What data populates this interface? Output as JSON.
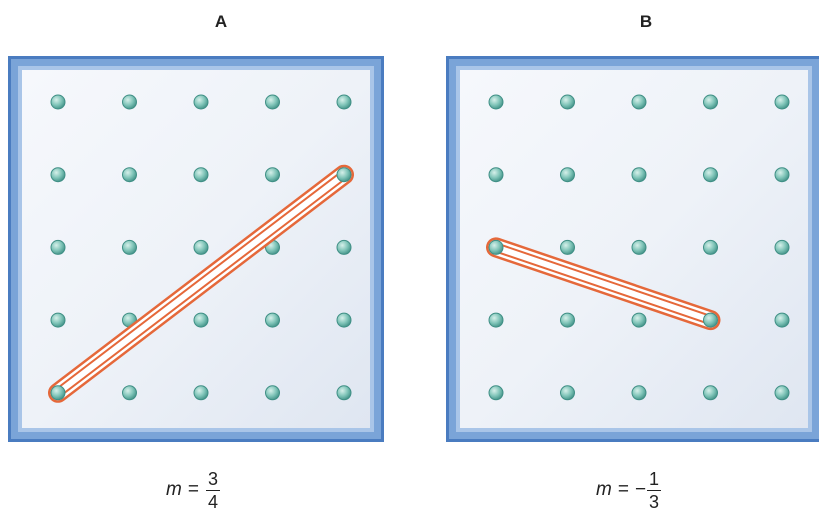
{
  "panels": [
    {
      "label": "A",
      "slope": {
        "variable": "m",
        "equals": "=",
        "sign": "",
        "numerator": "3",
        "denominator": "4"
      },
      "rubber_band": {
        "from_peg": {
          "col": 0,
          "row": 4
        },
        "to_peg": {
          "col": 4,
          "row": 1
        }
      }
    },
    {
      "label": "B",
      "slope": {
        "variable": "m",
        "equals": "=",
        "sign": "−",
        "numerator": "1",
        "denominator": "3"
      },
      "rubber_band": {
        "from_peg": {
          "col": 0,
          "row": 2
        },
        "to_peg": {
          "col": 3,
          "row": 3
        }
      }
    }
  ],
  "geoboard": {
    "columns": 5,
    "rows": 5
  },
  "colors": {
    "frame": "#7aa4d8",
    "frame_dark": "#4a7cc0",
    "board_surface": "#eef2f8",
    "peg": "#7fc4b8",
    "peg_outline": "#3f8f85",
    "rubber_band": "#e5683a"
  }
}
